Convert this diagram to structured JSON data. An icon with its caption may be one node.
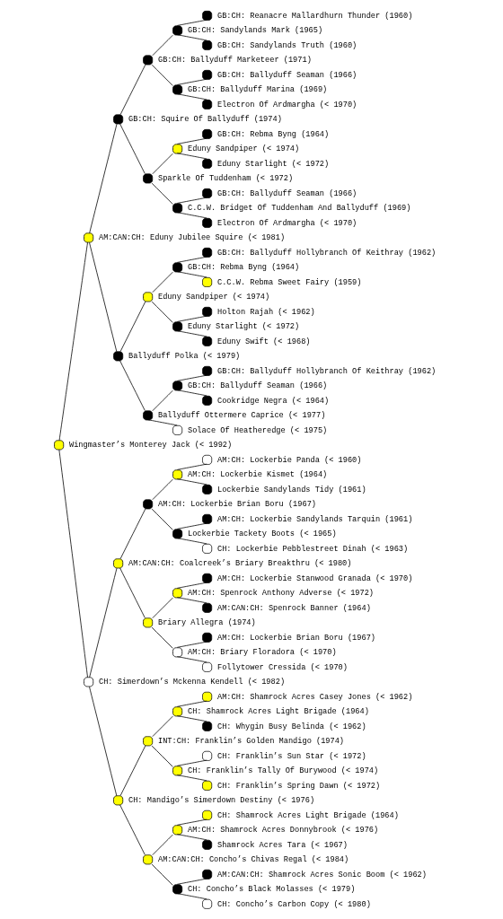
{
  "diagram": {
    "nodes": [
      {
        "text": [],
        "shape": "circle",
        "beside": [
          "GB:CH: Reanacre Mallardhurn Thunder (1960)"
        ]
      },
      {
        "text": [],
        "shape": "circle",
        "beside": [
          "GB:CH: Sandylands Mark (1965)"
        ]
      },
      {
        "text": [],
        "shape": "circle",
        "beside": [
          "GB:CH: Sandylands Truth (1960)"
        ]
      },
      {
        "text": [],
        "shape": "circle",
        "beside": [
          "GB:CH: Ballyduff Marketeer (1971)"
        ]
      },
      {
        "text": [],
        "shape": "circle",
        "beside": [
          "GB:CH: Ballyduff Seaman (1966)"
        ]
      },
      {
        "text": [],
        "shape": "circle",
        "beside": [
          "GB:CH: Ballyduff Marina (1969)"
        ]
      },
      {
        "text": [],
        "shape": "circle",
        "beside": [
          "Electron Of Ardmargha (< 1970)"
        ]
      },
      {
        "text": [],
        "shape": "circle",
        "beside": [
          "GB:CH: Squire Of Ballyduff (1974)"
        ]
      },
      {
        "text": [],
        "shape": "circle",
        "beside": [
          "GB:CH: Rebma Byng (1964)"
        ]
      },
      {
        "text": [],
        "shape": "circle",
        "beside": [
          "Eduny Sandpiper (< 1974)"
        ]
      },
      {
        "text": [],
        "shape": "circle",
        "beside": [
          "Eduny Starlight (< 1972)"
        ]
      },
      {
        "text": [],
        "shape": "circle",
        "beside": [
          "Sparkle Of Tuddenham (< 1972)"
        ]
      },
      {
        "text": [],
        "shape": "circle",
        "beside": [
          "GB:CH: Ballyduff Seaman (1966)"
        ]
      },
      {
        "text": [],
        "shape": "circle",
        "beside": [
          "C.C.W. Bridget Of Tuddenham And Ballyduff (1969)"
        ]
      },
      {
        "text": [],
        "shape": "circle",
        "beside": [
          "Electron Of Ardmargha (< 1970)"
        ]
      },
      {
        "text": [],
        "shape": "circle",
        "beside": [
          "AM:CAN:CH: Eduny Jubilee Squire (< 1981)"
        ]
      },
      {
        "text": [],
        "shape": "circle",
        "beside": [
          "GB:CH: Ballyduff Hollybranch Of Keithray (1962)"
        ]
      },
      {
        "text": [],
        "shape": "circle",
        "beside": [
          "GB:CH: Rebma Byng (1964)"
        ]
      },
      {
        "text": [],
        "shape": "circle",
        "beside": [
          "C.C.W. Rebma Sweet Fairy (1959)"
        ]
      },
      {
        "text": [],
        "shape": "circle",
        "beside": [
          "Eduny Sandpiper (< 1974)"
        ]
      },
      {
        "text": [],
        "shape": "circle",
        "beside": [
          "Holton Rajah (< 1962)"
        ]
      },
      {
        "text": [],
        "shape": "circle",
        "beside": [
          "Eduny Starlight (< 1972)"
        ]
      },
      {
        "text": [],
        "shape": "circle",
        "beside": [
          "Eduny Swift (< 1968)"
        ]
      },
      {
        "text": [],
        "shape": "circle",
        "beside": [
          "Ballyduff Polka (< 1979)"
        ]
      },
      {
        "text": [],
        "shape": "circle",
        "beside": [
          "GB:CH: Ballyduff Hollybranch Of Keithray (1962)"
        ]
      },
      {
        "text": [],
        "shape": "circle",
        "beside": [
          "GB:CH: Ballyduff Seaman (1966)"
        ]
      },
      {
        "text": [],
        "shape": "circle",
        "beside": [
          "Cookridge Negra (< 1964)"
        ]
      },
      {
        "text": [],
        "shape": "circle",
        "beside": [
          "Ballyduff Ottermere Caprice (< 1977)"
        ]
      },
      {
        "text": [],
        "shape": "circle",
        "beside": [
          "Solace Of Heatheredge (< 1975)"
        ]
      },
      {
        "text": [],
        "shape": "circle",
        "beside": [
          "Wingmaster’s Monterey Jack (< 1992)"
        ]
      },
      {
        "text": [],
        "shape": "circle",
        "beside": [
          "AM:CH: Lockerbie Panda (< 1960)"
        ]
      },
      {
        "text": [],
        "shape": "circle",
        "beside": [
          "AM:CH: Lockerbie Kismet (1964)"
        ]
      },
      {
        "text": [],
        "shape": "circle",
        "beside": [
          "Lockerbie Sandylands Tidy (1961)"
        ]
      },
      {
        "text": [],
        "shape": "circle",
        "beside": [
          "AM:CH: Lockerbie Brian Boru (1967)"
        ]
      },
      {
        "text": [],
        "shape": "circle",
        "beside": [
          "AM:CH: Lockerbie Sandylands Tarquin (1961)"
        ]
      },
      {
        "text": [],
        "shape": "circle",
        "beside": [
          "Lockerbie Tackety Boots (< 1965)"
        ]
      },
      {
        "text": [],
        "shape": "circle",
        "beside": [
          "CH: Lockerbie Pebblestreet Dinah (< 1963)"
        ]
      },
      {
        "text": [],
        "shape": "circle",
        "beside": [
          "AM:CAN:CH: Coalcreek’s Briary Breakthru (< 1980)"
        ]
      },
      {
        "text": [],
        "shape": "circle",
        "beside": [
          "AM:CH: Lockerbie Stanwood Granada (< 1970)"
        ]
      },
      {
        "text": [],
        "shape": "circle",
        "beside": [
          "AM:CH: Spenrock Anthony Adverse (< 1972)"
        ]
      },
      {
        "text": [],
        "shape": "circle",
        "beside": [
          "AM:CAN:CH: Spenrock Banner (1964)"
        ]
      },
      {
        "text": [],
        "shape": "circle",
        "beside": [
          "Briary Allegra (1974)"
        ]
      },
      {
        "text": [],
        "shape": "circle",
        "beside": [
          "AM:CH: Lockerbie Brian Boru (1967)"
        ]
      },
      {
        "text": [],
        "shape": "circle",
        "beside": [
          "AM:CH: Briary Floradora (< 1970)"
        ]
      },
      {
        "text": [],
        "shape": "circle",
        "beside": [
          "Follytower Cressida (< 1970)"
        ]
      },
      {
        "text": [],
        "shape": "circle",
        "beside": [
          "CH: Simerdown’s Mckenna Kendell (< 1982)"
        ]
      },
      {
        "text": [],
        "shape": "circle",
        "beside": [
          "AM:CH: Shamrock Acres Casey Jones (< 1962)"
        ]
      },
      {
        "text": [],
        "shape": "circle",
        "beside": [
          "CH: Shamrock Acres Light Brigade (1964)"
        ]
      },
      {
        "text": [],
        "shape": "circle",
        "beside": [
          "CH: Whygin Busy Belinda (< 1962)"
        ]
      },
      {
        "text": [],
        "shape": "circle",
        "beside": [
          "INT:CH: Franklin’s Golden Mandigo (1974)"
        ]
      },
      {
        "text": [],
        "shape": "circle",
        "beside": [
          "CH: Franklin’s Sun Star (< 1972)"
        ]
      },
      {
        "text": [],
        "shape": "circle",
        "beside": [
          "CH: Franklin’s Tally Of Burywood (< 1974)"
        ]
      },
      {
        "text": [],
        "shape": "circle",
        "beside": [
          "CH: Franklin’s Spring Dawn (< 1972)"
        ]
      },
      {
        "text": [],
        "shape": "circle",
        "beside": [
          "CH: Mandigo’s Simerdown Destiny (< 1976)"
        ]
      },
      {
        "text": [],
        "shape": "circle",
        "beside": [
          "CH: Shamrock Acres Light Brigade (1964)"
        ]
      },
      {
        "text": [],
        "shape": "circle",
        "beside": [
          "AM:CH: Shamrock Acres Donnybrook (< 1976)"
        ]
      },
      {
        "text": [],
        "shape": "circle",
        "beside": [
          "Shamrock Acres Tara (< 1967)"
        ]
      },
      {
        "text": [],
        "shape": "circle",
        "beside": [
          "AM:CAN:CH: Concho’s Chivas Regal (< 1984)"
        ]
      },
      {
        "text": [],
        "shape": "circle",
        "beside": [
          "AM:CAN:CH: Shamrock Acres Sonic Boom (< 1962)"
        ]
      },
      {
        "text": [],
        "shape": "circle",
        "beside": [
          "CH: Concho’s Black Molasses (< 1979)"
        ]
      },
      {
        "text": [],
        "shape": "circle",
        "beside": [
          "CH: Concho’s Carbon Copy (< 1980)"
        ]
      }
    ],
    "edges": [
      {
        "from": 29,
        "to": 15,
        "arrow": "none"
      },
      {
        "from": 29,
        "to": 45,
        "arrow": "none"
      },
      {
        "from": 15,
        "to": 7,
        "arrow": "none"
      },
      {
        "from": 15,
        "to": 23,
        "arrow": "none"
      },
      {
        "from": 7,
        "to": 3,
        "arrow": "none"
      },
      {
        "from": 7,
        "to": 11,
        "arrow": "none"
      },
      {
        "from": 3,
        "to": 1,
        "arrow": "none"
      },
      {
        "from": 3,
        "to": 5,
        "arrow": "none"
      },
      {
        "from": 1,
        "to": 0,
        "arrow": "none"
      },
      {
        "from": 1,
        "to": 2,
        "arrow": "none"
      },
      {
        "from": 5,
        "to": 4,
        "arrow": "none"
      },
      {
        "from": 5,
        "to": 6,
        "arrow": "none"
      },
      {
        "from": 11,
        "to": 9,
        "arrow": "none"
      },
      {
        "from": 11,
        "to": 13,
        "arrow": "none"
      },
      {
        "from": 9,
        "to": 8,
        "arrow": "none"
      },
      {
        "from": 9,
        "to": 10,
        "arrow": "none"
      },
      {
        "from": 13,
        "to": 12,
        "arrow": "none"
      },
      {
        "from": 13,
        "to": 14,
        "arrow": "none"
      },
      {
        "from": 23,
        "to": 19,
        "arrow": "none"
      },
      {
        "from": 23,
        "to": 27,
        "arrow": "none"
      },
      {
        "from": 19,
        "to": 17,
        "arrow": "none"
      },
      {
        "from": 19,
        "to": 21,
        "arrow": "none"
      },
      {
        "from": 17,
        "to": 16,
        "arrow": "none"
      },
      {
        "from": 17,
        "to": 18,
        "arrow": "none"
      },
      {
        "from": 21,
        "to": 20,
        "arrow": "none"
      },
      {
        "from": 21,
        "to": 22,
        "arrow": "none"
      },
      {
        "from": 27,
        "to": 25,
        "arrow": "none"
      },
      {
        "from": 27,
        "to": 28,
        "arrow": "none"
      },
      {
        "from": 25,
        "to": 24,
        "arrow": "none"
      },
      {
        "from": 25,
        "to": 26,
        "arrow": "none"
      },
      {
        "from": 45,
        "to": 37,
        "arrow": "none"
      },
      {
        "from": 45,
        "to": 53,
        "arrow": "none"
      },
      {
        "from": 37,
        "to": 33,
        "arrow": "none"
      },
      {
        "from": 37,
        "to": 41,
        "arrow": "none"
      },
      {
        "from": 33,
        "to": 31,
        "arrow": "none"
      },
      {
        "from": 33,
        "to": 35,
        "arrow": "none"
      },
      {
        "from": 31,
        "to": 30,
        "arrow": "none"
      },
      {
        "from": 31,
        "to": 32,
        "arrow": "none"
      },
      {
        "from": 35,
        "to": 34,
        "arrow": "none"
      },
      {
        "from": 35,
        "to": 36,
        "arrow": "none"
      },
      {
        "from": 41,
        "to": 39,
        "arrow": "none"
      },
      {
        "from": 41,
        "to": 43,
        "arrow": "none"
      },
      {
        "from": 39,
        "to": 38,
        "arrow": "none"
      },
      {
        "from": 39,
        "to": 40,
        "arrow": "none"
      },
      {
        "from": 43,
        "to": 42,
        "arrow": "none"
      },
      {
        "from": 43,
        "to": 44,
        "arrow": "none"
      },
      {
        "from": 53,
        "to": 49,
        "arrow": "none"
      },
      {
        "from": 53,
        "to": 57,
        "arrow": "none"
      },
      {
        "from": 49,
        "to": 47,
        "arrow": "none"
      },
      {
        "from": 49,
        "to": 51,
        "arrow": "none"
      },
      {
        "from": 47,
        "to": 46,
        "arrow": "none"
      },
      {
        "from": 47,
        "to": 48,
        "arrow": "none"
      },
      {
        "from": 51,
        "to": 50,
        "arrow": "none"
      },
      {
        "from": 51,
        "to": 52,
        "arrow": "none"
      },
      {
        "from": 57,
        "to": 55,
        "arrow": "none"
      },
      {
        "from": 57,
        "to": 59,
        "arrow": "none"
      },
      {
        "from": 55,
        "to": 54,
        "arrow": "none"
      },
      {
        "from": 55,
        "to": 56,
        "arrow": "none"
      },
      {
        "from": 59,
        "to": 58,
        "arrow": "none"
      },
      {
        "from": 59,
        "to": 60,
        "arrow": "none"
      }
    ]
  }
}
